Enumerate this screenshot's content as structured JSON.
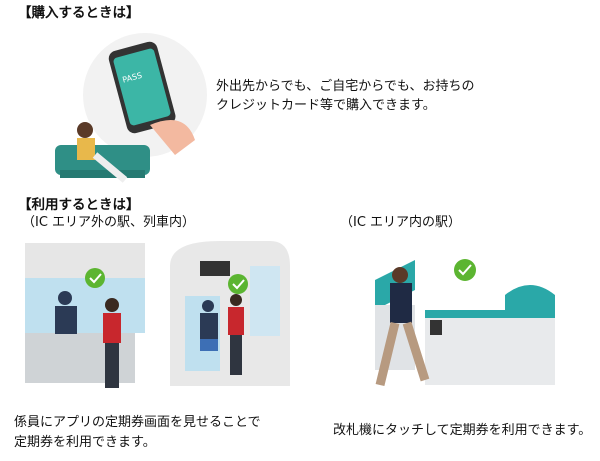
{
  "purchase": {
    "heading": "【購入するときは】",
    "text_line1": "外出先からでも、ご自宅からでも、お持ちの",
    "text_line2": "クレジットカード等で購入できます。",
    "phone_label": "PASS"
  },
  "use": {
    "heading": "【利用するときは】",
    "outside": {
      "title": "（IC エリア外の駅、列車内）",
      "text_line1": "係員にアプリの定期券画面を見せることで",
      "text_line2": "定期券を利用できます。"
    },
    "inside": {
      "title": "（IC エリア内の駅）",
      "text_line1": "改札機にタッチして定期券を利用できます。"
    }
  },
  "colors": {
    "check": "#5cb531",
    "teal": "#2aa8a8",
    "shirt": "#c8272d"
  }
}
